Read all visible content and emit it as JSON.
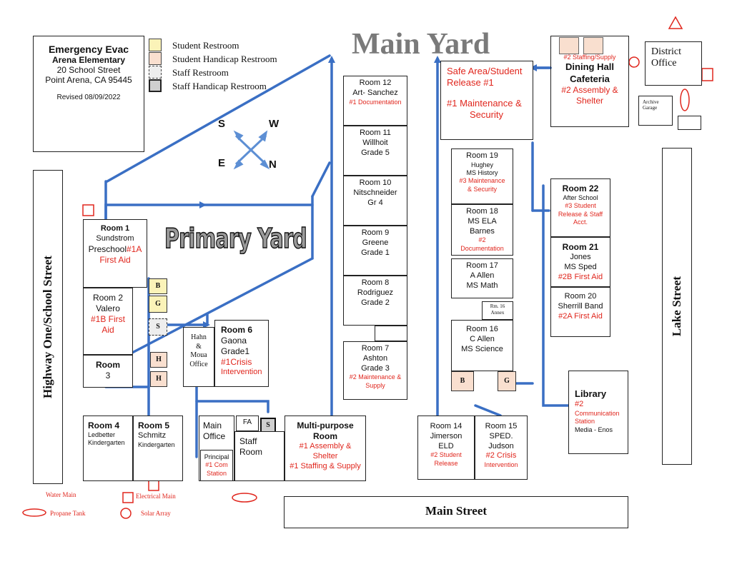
{
  "colors": {
    "path_blue": "#3a6fc4",
    "hazard_red": "#e0261d",
    "student_restroom": "#fbf3b8",
    "handicap_restroom": "#f9dfcf",
    "staff_handicap": "#cfcfcf"
  },
  "title_box": {
    "line1": "Emergency Evac",
    "line2": "Arena Elementary",
    "line3": "20 School Street",
    "line4": "Point Arena, CA 95445",
    "revised": "Revised 08/09/2022"
  },
  "legend": {
    "student": "Student Restroom",
    "student_handicap": "Student Handicap Restroom",
    "staff": "Staff Restroom",
    "staff_handicap": "Staff Handicap Restroom"
  },
  "compass": {
    "s": "S",
    "w": "W",
    "e": "E",
    "n": "N"
  },
  "labels": {
    "main_yard": "Main Yard",
    "primary_yard": "Primary Yard",
    "highway": "Highway One/School Street",
    "lake": "Lake Street",
    "main_street": "Main Street"
  },
  "rooms": {
    "room1": {
      "name": "Room 1",
      "teacher": "Sundstrom",
      "program": "Preschool",
      "role": "#1A First Aid",
      "role_a": "#1A",
      "role_b": "First Aid"
    },
    "room2": {
      "name": "Room 2",
      "teacher": "Valero",
      "role_a": "#1B First",
      "role_b": "Aid"
    },
    "room3": {
      "name": "Room",
      "num": "3"
    },
    "room4": {
      "name": "Room 4",
      "teacher": "Ledbetter",
      "program": "Kindergarten"
    },
    "room5": {
      "name": "Room 5",
      "teacher": "Schmitz",
      "program": "Kindergarten"
    },
    "hahn": {
      "l1": "Hahn",
      "l2": "&",
      "l3": "Moua",
      "l4": "Office"
    },
    "room6": {
      "name": "Room 6",
      "teacher": "Gaona",
      "program": "Grade1",
      "role_a": "#1Crisis",
      "role_b": "Intervention"
    },
    "main_office": {
      "l1": "Main",
      "l2": "Office"
    },
    "principal": {
      "l1": "Principal",
      "role_a": "#1 Com",
      "role_b": "Station"
    },
    "fa": "FA",
    "s_tile": "S",
    "staff_room": {
      "l1": "Staff",
      "l2": "Room"
    },
    "mpr": {
      "l1": "Multi-purpose",
      "l2": "Room",
      "r1": "#1 Assembly &",
      "r2": "Shelter",
      "r3": "#1 Staffing & Supply"
    },
    "room12": {
      "name": "Room 12",
      "teacher": "Art- Sanchez",
      "role": "#1 Documentation"
    },
    "room11": {
      "name": "Room 11",
      "teacher": "Willhoit",
      "grade": "Grade 5"
    },
    "room10": {
      "name": "Room 10",
      "teacher": "Nitschneider",
      "grade": "Gr 4"
    },
    "room9": {
      "name": "Room 9",
      "teacher": "Greene",
      "grade": "Grade 1"
    },
    "room8": {
      "name": "Room 8",
      "teacher": "Rodriguez",
      "grade": "Grade 2"
    },
    "room7": {
      "name": "Room 7",
      "teacher": "Ashton",
      "grade": "Grade 3",
      "role_a": "#2 Maintenance &",
      "role_b": "Supply"
    },
    "safe_area": {
      "l1": "Safe Area/Student",
      "l2": "Release #1",
      "l3": "#1 Maintenance &",
      "l4": "Security"
    },
    "room19": {
      "name": "Room 19",
      "teacher": "Hughey",
      "program": "MS History",
      "role_a": "#3 Maintenance",
      "role_b": "& Security"
    },
    "room18": {
      "name": "Room 18",
      "program": "MS ELA",
      "teacher": "Barnes",
      "role_a": "#2",
      "role_b": "Documentation"
    },
    "room17": {
      "name": "Room 17",
      "teacher": "A Allen",
      "program": "MS Math"
    },
    "rm16annex": {
      "l1": "Rm. 16",
      "l2": "Annex"
    },
    "room16": {
      "name": "Room 16",
      "teacher": "C Allen",
      "program": "MS Science"
    },
    "room14": {
      "name": "Room 14",
      "teacher": "Jimerson",
      "program": "ELD",
      "role_a": "#2 Student",
      "role_b": "Release"
    },
    "room15": {
      "name": "Room 15",
      "teacher": "SPED.",
      "program": "Judson",
      "role_a": "#2 Crisis",
      "role_b": "Intervention"
    },
    "dining": {
      "top": "#2 Staffing/Supply",
      "l1": "Dining Hall",
      "l2": "Cafeteria",
      "r1": "#2 Assembly &",
      "r2": "Shelter"
    },
    "district": {
      "l1": "District",
      "l2": "Office"
    },
    "archive": {
      "l1": "Archive",
      "l2": "Garage"
    },
    "room22": {
      "name": "Room 22",
      "program": "After School",
      "role_a": "#3 Student",
      "role_b": "Release & Staff",
      "role_c": "Acct."
    },
    "room21": {
      "name": "Room 21",
      "teacher": "Jones",
      "program": "MS Sped",
      "role": "#2B First Aid"
    },
    "room20": {
      "name": "Room 20",
      "teacher": "Sherrill Band",
      "role": "#2A First Aid"
    },
    "library": {
      "name": "Library",
      "role_a": "#2",
      "role_b": "Communication",
      "role_c": "Station",
      "sub": "Media - Enos"
    }
  },
  "tiles": {
    "b": "B",
    "g": "G",
    "s": "S",
    "h": "H"
  },
  "hazard_legend": {
    "water": "Water Main",
    "electrical": "Electrical Main",
    "propane": "Propane Tank",
    "solar": "Solar Array"
  }
}
